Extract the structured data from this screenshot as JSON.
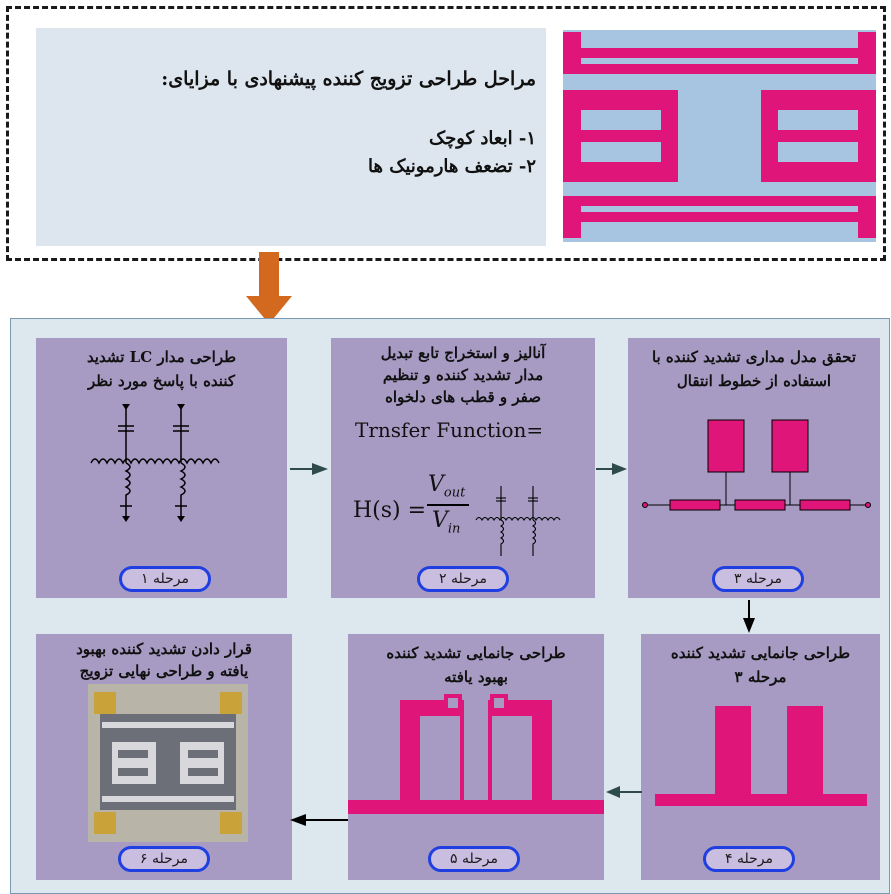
{
  "top": {
    "title": "مراحل طراحی تزویج کننده پیشنهادی با مزایای:",
    "item1": "۱- ابعاد کوچک",
    "item2": "۲- تضعف هارمونیک ها"
  },
  "stages": [
    {
      "title_l1": "طراحی  مدار LC تشدید",
      "title_l2": "کننده  با پاسخ مورد نظر",
      "badge": "مرحله ۱"
    },
    {
      "title_l1": "آنالیز و استخراج تابع تبدیل",
      "title_l2": "مدار تشدید کننده و تنظیم",
      "title_l3": "صفر و قطب های دلخواه",
      "badge": "مرحله ۲"
    },
    {
      "title_l1": "تحقق مدل مداری تشدید کننده با",
      "title_l2": "استفاده از خطوط انتقال",
      "badge": "مرحله ۳"
    },
    {
      "title_l1": "طراحی جانمایی تشدید کننده",
      "title_l2": "مرحله ۳",
      "badge": "مرحله ۴"
    },
    {
      "title_l1": "طراحی جانمایی تشدید کننده",
      "title_l2": "بهبود  یافته",
      "badge": "مرحله ۵"
    },
    {
      "title_l1": "قرار دادن تشدید کننده بهبود",
      "title_l2": "یافته و طراحی نهایی تزویج",
      "title_l3": "کننده",
      "badge": "مرحله ۶"
    }
  ],
  "formula": {
    "tf_label": "Trnsfer Function=",
    "lhs": "H(s) =",
    "num": "V",
    "num_sub": "out",
    "den": "V",
    "den_sub": "in"
  },
  "colors": {
    "magenta": "#e0157a",
    "stage_bg": "#a79bc4",
    "arrow_orange": "#d2691e",
    "badge_border": "#1f3fe0"
  }
}
